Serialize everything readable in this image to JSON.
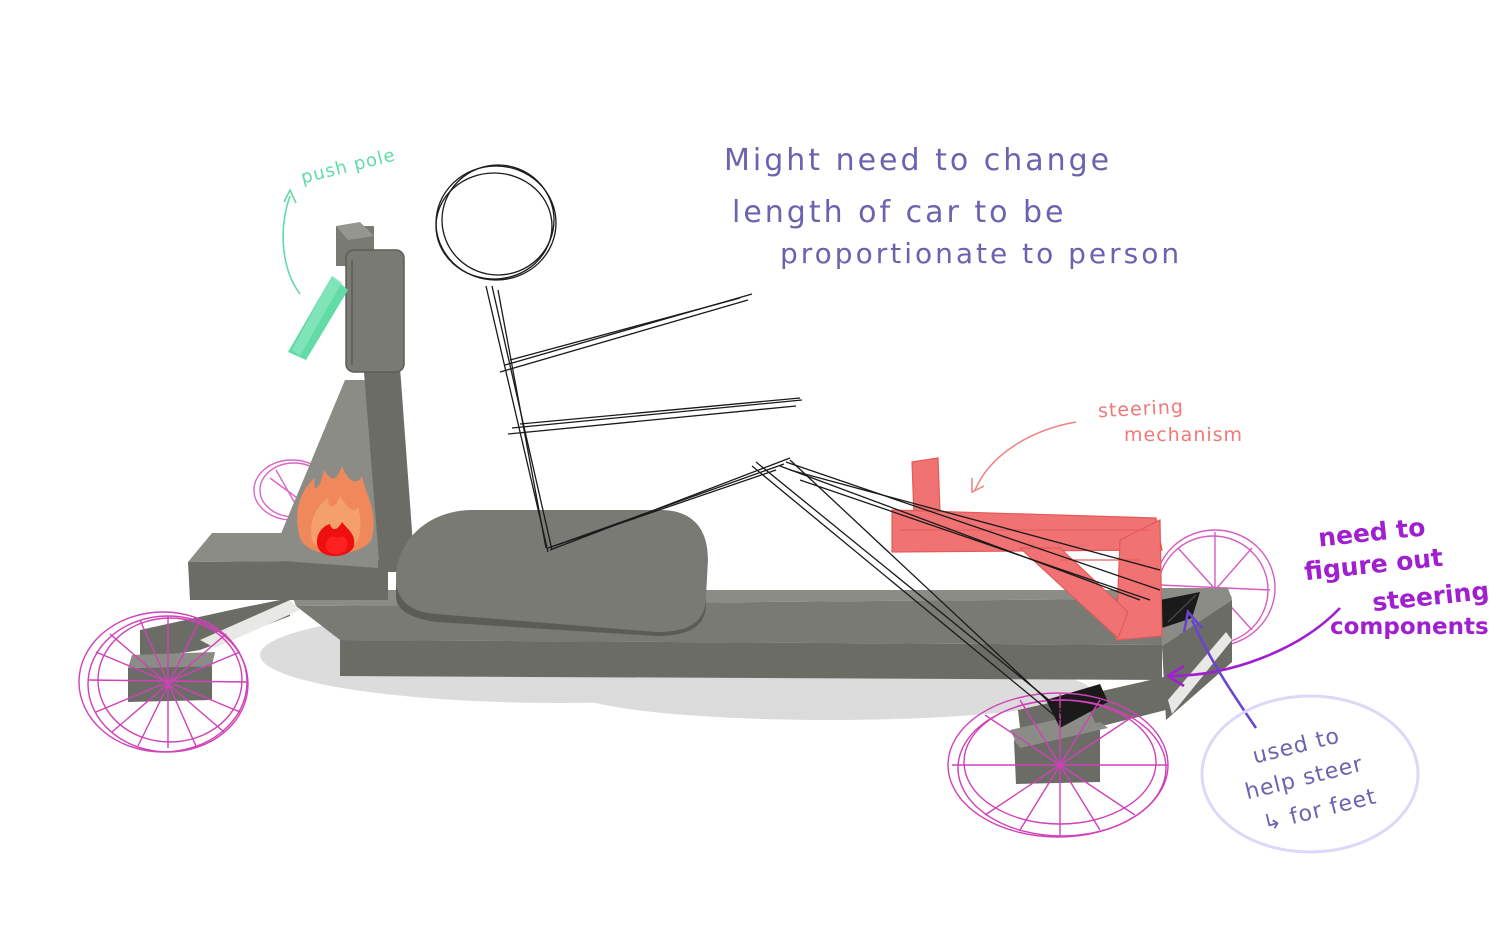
{
  "annotations": {
    "push_pole": "push pole",
    "main_note": [
      "Might need to change",
      "length of car to be",
      "proportionate to person"
    ],
    "steering": [
      "steering",
      "mechanism"
    ],
    "figure_out": [
      "need to",
      "figure out",
      "steering",
      "components"
    ],
    "feet": [
      "used to",
      "help steer",
      "↳ for feet"
    ]
  },
  "colors": {
    "body_gray": "#7a7a74",
    "body_gray_dark": "#5c5c57",
    "body_gray_light": "#8c8c86",
    "shadow": "#d4d4d4",
    "wheel_magenta": "#d040b8",
    "push_pole_green": "#62dba6",
    "steering_pink": "#f07272",
    "note_indigo": "#6a64b0",
    "note_purple": "#a020d0",
    "fire_orange": "#f4895a",
    "fire_red": "#ee1010",
    "stick_figure": "#1a1a1a"
  }
}
